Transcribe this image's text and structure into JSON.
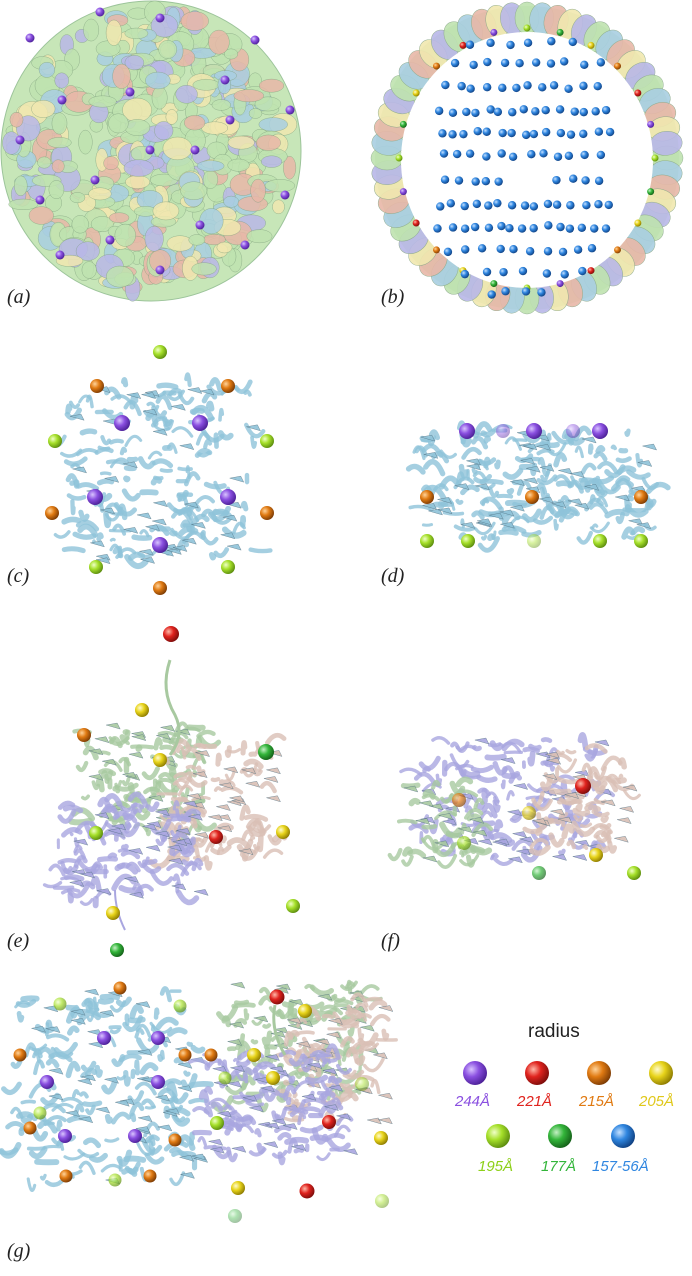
{
  "figure": {
    "panel_labels": [
      "(a)",
      "(b)",
      "(c)",
      "(d)",
      "(e)",
      "(f)",
      "(g)"
    ]
  },
  "legend": {
    "title": "radius",
    "items": [
      {
        "label": "244Å",
        "color": "#8a4fe0"
      },
      {
        "label": "221Å",
        "color": "#e0231e"
      },
      {
        "label": "215Å",
        "color": "#e07a12"
      },
      {
        "label": "205Å",
        "color": "#e8d41a"
      },
      {
        "label": "195Å",
        "color": "#a6e02a"
      },
      {
        "label": "177Å",
        "color": "#33b53a"
      },
      {
        "label": "157-56Å",
        "color": "#2f86e0"
      }
    ]
  },
  "colors": {
    "capsid_green": "#bfe3b0",
    "capsid_blue": "#a9cfe2",
    "capsid_salmon": "#e8b8a8",
    "capsid_yellow": "#f1e8b0",
    "capsid_lavender": "#b9b8e8",
    "ribbon_blue": "#8fc3d9",
    "ribbon_green": "#a8c9a0",
    "ribbon_pink": "#d9bfb5",
    "ribbon_lavender": "#a9a6e0"
  }
}
